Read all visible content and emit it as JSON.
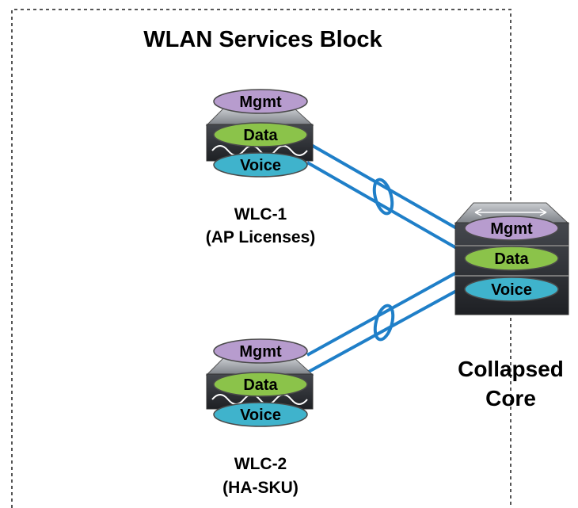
{
  "block_title": "WLAN Services Block",
  "wlc1": {
    "name": "WLC-1",
    "subtitle": "(AP Licenses)",
    "vlans": [
      "Mgmt",
      "Data",
      "Voice"
    ]
  },
  "wlc2": {
    "name": "WLC-2",
    "subtitle": "(HA-SKU)",
    "vlans": [
      "Mgmt",
      "Data",
      "Voice"
    ]
  },
  "core": {
    "line1": "Collapsed",
    "line2": "Core",
    "vlans": [
      "Mgmt",
      "Data",
      "Voice"
    ]
  },
  "colors": {
    "mgmt": "#b79cce",
    "data": "#8bc34a",
    "voice": "#3fb3cc",
    "link": "#1f7fc8",
    "device_top": "#9a9ea4",
    "device_body": "#2f3136",
    "border": "#555555"
  }
}
